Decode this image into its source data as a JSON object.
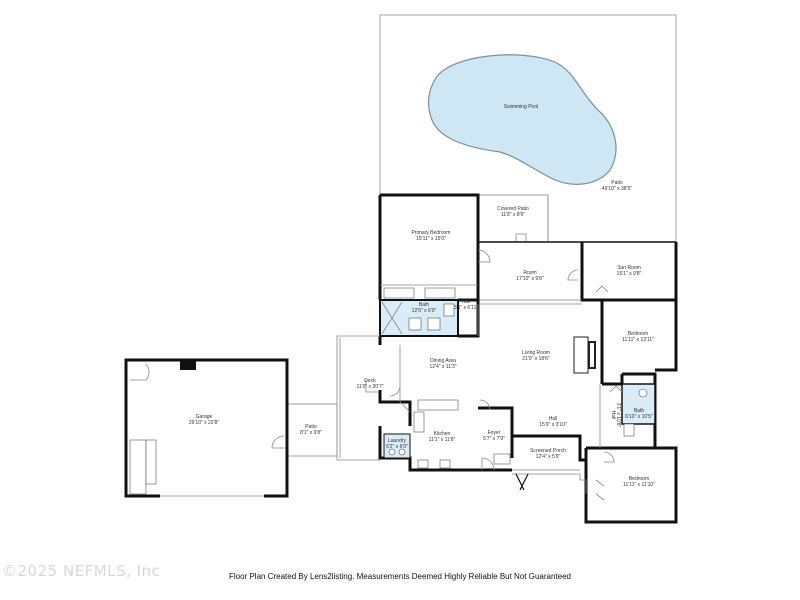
{
  "rooms": {
    "pool": {
      "name": "Swimming Pool",
      "dim": ""
    },
    "patio_main": {
      "name": "Patio",
      "dim": "49'10\" x 38'5\""
    },
    "covered_patio": {
      "name": "Covered Patio",
      "dim": "11'8\" x 8'6\""
    },
    "primary_bedroom": {
      "name": "Primary Bedroom",
      "dim": "15'11\" x 15'0\""
    },
    "room": {
      "name": "Room",
      "dim": "17'10\" x 9'8\""
    },
    "sun_room": {
      "name": "Sun Room",
      "dim": "15'1\" x 9'8\""
    },
    "bath_primary": {
      "name": "Bath",
      "dim": "12'6\" x 6'0\""
    },
    "hall_upper": {
      "name": "Hall",
      "dim": "3'1\" x 6'11\""
    },
    "bedroom_east": {
      "name": "Bedroom",
      "dim": "11'11\" x 13'11\""
    },
    "dining": {
      "name": "Dining Area",
      "dim": "12'4\" x 11'3\""
    },
    "living": {
      "name": "Living Room",
      "dim": "21'0\" x 18'6\""
    },
    "deck": {
      "name": "Deck",
      "dim": "11'0\" x 20'7\""
    },
    "garage": {
      "name": "Garage",
      "dim": "26'10\" x 22'8\""
    },
    "patio_small": {
      "name": "Patio",
      "dim": "8'1\" x 9'8\""
    },
    "bath_east": {
      "name": "Bath",
      "dim": "6'10\" x 10'5\""
    },
    "hall_main": {
      "name": "Hall",
      "dim": "15'9\" x 3'10\""
    },
    "hall_vertical": {
      "name": "Hall",
      "dim": "3'1\" x 10'8\""
    },
    "kitchen": {
      "name": "Kitchen",
      "dim": "11'1\" x 11'8\""
    },
    "foyer": {
      "name": "Foyer",
      "dim": "5'7\" x 7'9\""
    },
    "laundry": {
      "name": "Laundry",
      "dim": "5'2\" x 6'0\""
    },
    "screened_porch": {
      "name": "Screened Porch",
      "dim": "12'4\" x 5'9\""
    },
    "bedroom_south": {
      "name": "Bedroom",
      "dim": "11'11\" x 11'10\""
    }
  },
  "footer": {
    "text": "Floor Plan Created By Lens2listing. Measurements Deemed Highly Reliable But Not Guaranteed",
    "watermark": "©2025 NEFMLS, Inc"
  },
  "colors": {
    "wall": "#111111",
    "pool": "#cfe6f5",
    "bath": "#d9ecf7",
    "thin_line": "#888888"
  }
}
